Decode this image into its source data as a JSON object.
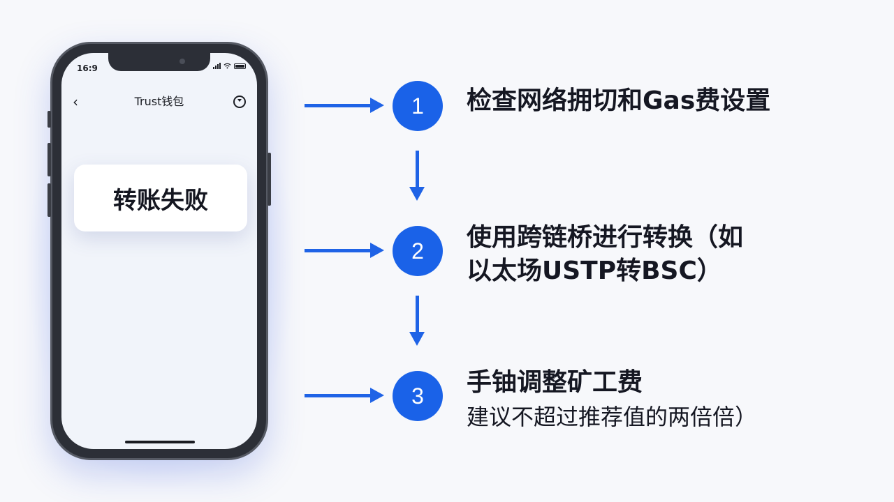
{
  "phone": {
    "status_time": "16:9",
    "nav_back": "‹",
    "nav_title": "Trust钱包",
    "card_text": "转账失败"
  },
  "steps": [
    {
      "number": "1",
      "lines": [
        "检查网络拥切和Gas费设置"
      ]
    },
    {
      "number": "2",
      "lines": [
        "使用跨链桥进行转换（如",
        "以太场USTP转BSC）"
      ]
    },
    {
      "number": "3",
      "title": "手铀调整矿工费",
      "subtitle": "建议不超过推荐值的两倍倍）"
    }
  ],
  "colors": {
    "accent": "#1a62e8",
    "arrow": "#1f63e6",
    "background": "#f7f8fb"
  }
}
